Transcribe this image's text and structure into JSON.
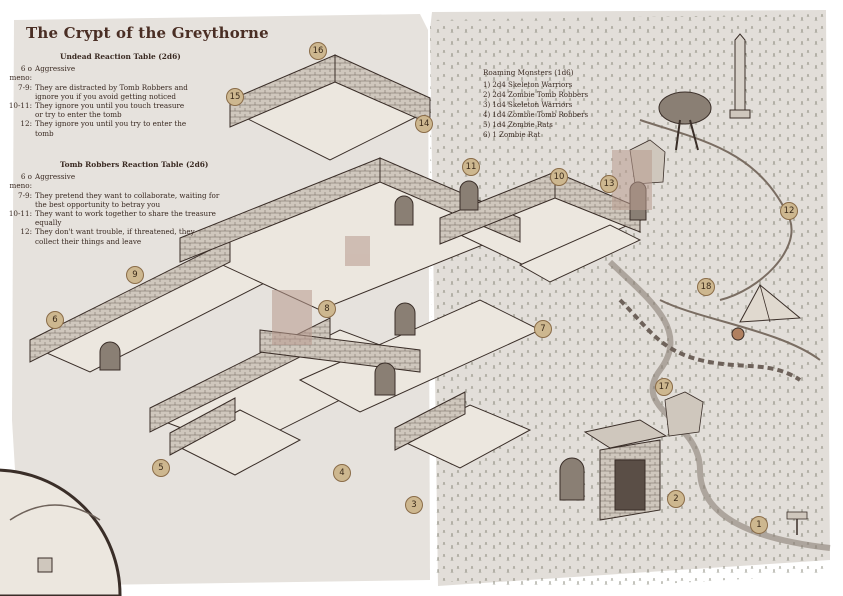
{
  "title": "The Crypt of the Greythorne",
  "undead_table": {
    "heading": "Undead Reaction Table (2d6)",
    "rows": [
      {
        "k": "6 o meno:",
        "v": "Aggressive"
      },
      {
        "k": "7-9:",
        "v": "They are distracted by Tomb Robbers and ignore you if you avoid getting noticed"
      },
      {
        "k": "10-11:",
        "v": "They ignore you until you touch treasure or try to enter the tomb"
      },
      {
        "k": "12:",
        "v": "They ignore you until you try to enter the tomb"
      }
    ]
  },
  "robbers_table": {
    "heading": "Tomb Robbers Reaction Table (2d6)",
    "rows": [
      {
        "k": "6 o meno:",
        "v": "Aggressive"
      },
      {
        "k": "7-9:",
        "v": "They pretend they want to collaborate, waiting for the best opportunity to betray you"
      },
      {
        "k": "10-11:",
        "v": "They want to work together to share the treasure equally"
      },
      {
        "k": "12:",
        "v": "They don't want trouble, if threatened, they collect their things and leave"
      }
    ]
  },
  "roaming": {
    "heading": "Roaming Monsters (1d6)",
    "items": [
      "1) 2d4 Skeleton Warriors",
      "2) 2d4 Zombie Tomb Robbers",
      "3) 1d4 Skeleton Warriors",
      "4) 1d4 Zombie Tomb Robbers",
      "5) 1d4 Zombie Rats",
      "6) 1 Zombie Rat"
    ]
  },
  "rooms": [
    "1",
    "2",
    "3",
    "4",
    "5",
    "6",
    "7",
    "8",
    "9",
    "10",
    "11",
    "12",
    "13",
    "14",
    "15",
    "16",
    "17",
    "18"
  ],
  "colors": {
    "stone": "#cfc7bd",
    "floor": "#ece7df",
    "ink": "#3a2e28",
    "marker": "#cdb78f",
    "parchment": "#e4e0db"
  }
}
